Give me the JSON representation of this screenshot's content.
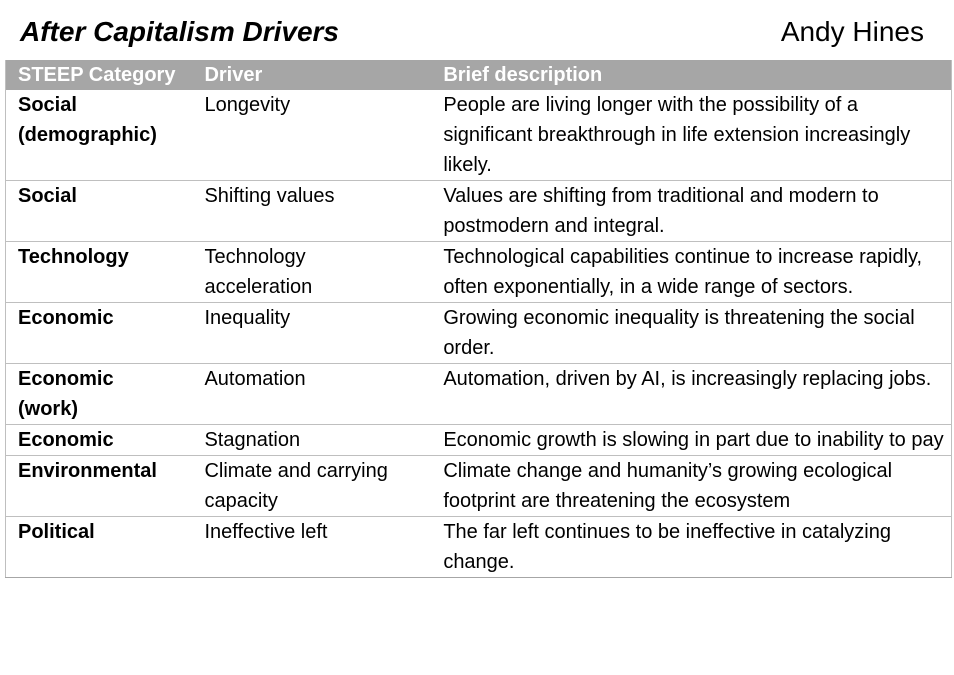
{
  "header": {
    "title": "After Capitalism Drivers",
    "author": "Andy Hines"
  },
  "table": {
    "columns": [
      "STEEP Category",
      "Driver",
      "Brief description"
    ],
    "rows": [
      {
        "category": "Social (demographic)",
        "driver": "Longevity",
        "description": "People are living longer with the possibility of a significant breakthrough in life extension increasingly likely."
      },
      {
        "category": "Social",
        "driver": "Shifting values",
        "description": "Values are shifting from traditional and modern to postmodern and integral."
      },
      {
        "category": "Technology",
        "driver": "Technology acceleration",
        "description": "Technological capabilities continue to increase rapidly, often exponentially, in a wide range of sectors."
      },
      {
        "category": "Economic",
        "driver": "Inequality",
        "description": "Growing economic inequality is threatening the social order."
      },
      {
        "category": "Economic (work)",
        "driver": "Automation",
        "description": "Automation, driven by AI, is increasingly replacing jobs."
      },
      {
        "category": "Economic",
        "driver": "Stagnation",
        "description": "Economic growth is slowing in part due to inability to pay"
      },
      {
        "category": "Environmental",
        "driver": "Climate and carrying capacity",
        "description": "Climate change and humanity’s growing ecological footprint are threatening the ecosystem"
      },
      {
        "category": "Political",
        "driver": "Ineffective left",
        "description": "The far left continues to be ineffective in catalyzing change."
      }
    ]
  },
  "colors": {
    "header_bg": "#a6a6a6",
    "header_text": "#ffffff",
    "row_border": "#bfbfbf"
  }
}
